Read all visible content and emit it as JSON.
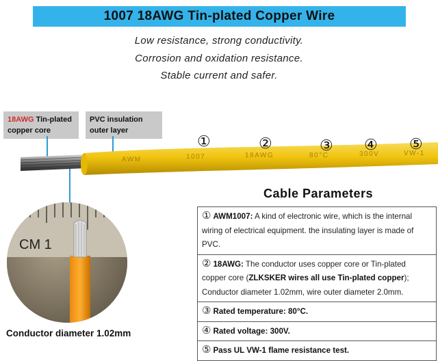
{
  "title": "1007 18AWG Tin-plated Copper Wire",
  "taglines": [
    "Low resistance, strong conductivity.",
    "Corrosion and oxidation resistance.",
    "Stable current and safer."
  ],
  "labels": {
    "core_part1": "18AWG",
    "core_part2": "Tin-plated",
    "core_part3": "copper core",
    "insulation_line1": "PVC insulation",
    "insulation_line2": "outer layer"
  },
  "wire_print": [
    "AWM",
    "1007",
    "18AWG",
    "80°C",
    "300V",
    "VW-1"
  ],
  "markers": [
    "①",
    "②",
    "③",
    "④",
    "⑤"
  ],
  "zoom_ruler_text": "CM 1",
  "caption": "Conductor diameter 1.02mm",
  "params": {
    "title": "Cable Parameters",
    "rows": [
      {
        "num": "①",
        "key": "AWM1007:",
        "text": " A kind of electronic wire, which is the internal wiring of electrical equipment. the insulating layer is made of PVC."
      },
      {
        "num": "②",
        "key": "18AWG:",
        "text_a": " The conductor uses copper core or Tin-plated copper core (",
        "bold": "ZLKSKER wires all use Tin-plated copper",
        "text_b": "); Conductor diameter 1.02mm, wire outer diameter 2.0mm."
      },
      {
        "num": "③",
        "label": "Rated temperature: ",
        "value": "80°C",
        "end": "."
      },
      {
        "num": "④",
        "label": "Rated voltage: ",
        "value": "300V",
        "end": "."
      },
      {
        "num": "⑤",
        "label_a": "Pass UL ",
        "value": "VW-1",
        "label_b": " flame resistance test."
      }
    ]
  },
  "colors": {
    "title_bg": "#34b3ea",
    "accent_red": "#d12a2a",
    "wire_yellow": "#f1c40f",
    "label_bg": "#c9c9c9",
    "leader_blue": "#2e9bd6"
  }
}
